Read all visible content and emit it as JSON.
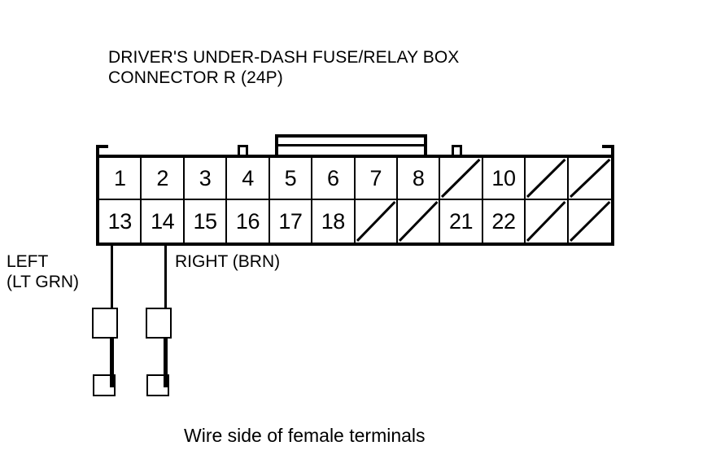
{
  "diagram": {
    "title_lines": [
      "DRIVER'S UNDER-DASH FUSE/RELAY BOX",
      "CONNECTOR R (24P)"
    ],
    "caption": "Wire side of female terminals",
    "connector": {
      "name": "CONNECTOR R",
      "pin_count": "24P",
      "columns": 12,
      "rows": 2,
      "top_row": [
        {
          "number": "1",
          "blank": false
        },
        {
          "number": "2",
          "blank": false
        },
        {
          "number": "3",
          "blank": false
        },
        {
          "number": "4",
          "blank": false
        },
        {
          "number": "5",
          "blank": false
        },
        {
          "number": "6",
          "blank": false
        },
        {
          "number": "7",
          "blank": false
        },
        {
          "number": "8",
          "blank": false
        },
        {
          "number": "",
          "blank": true
        },
        {
          "number": "10",
          "blank": false
        },
        {
          "number": "",
          "blank": true
        },
        {
          "number": "",
          "blank": true
        }
      ],
      "bottom_row": [
        {
          "number": "13",
          "blank": false
        },
        {
          "number": "14",
          "blank": false
        },
        {
          "number": "15",
          "blank": false
        },
        {
          "number": "16",
          "blank": false
        },
        {
          "number": "17",
          "blank": false
        },
        {
          "number": "18",
          "blank": false
        },
        {
          "number": "",
          "blank": true
        },
        {
          "number": "",
          "blank": true
        },
        {
          "number": "21",
          "blank": false
        },
        {
          "number": "22",
          "blank": false
        },
        {
          "number": "",
          "blank": true
        },
        {
          "number": "",
          "blank": true
        }
      ]
    },
    "wires": [
      {
        "label_lines": [
          "LEFT",
          "(LT GRN)"
        ],
        "side": "left",
        "color_code": "LT GRN",
        "pin": "13"
      },
      {
        "label_lines": [
          "RIGHT (BRN)"
        ],
        "side": "right",
        "color_code": "BRN",
        "pin": "14"
      }
    ],
    "colors": {
      "ink": "#000000",
      "background": "#ffffff"
    }
  }
}
